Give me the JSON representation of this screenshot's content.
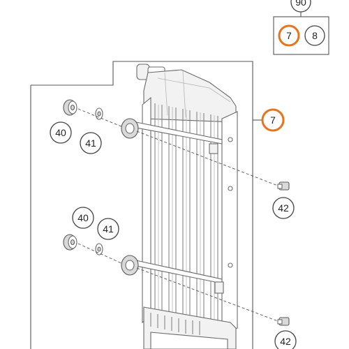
{
  "colors": {
    "highlight": "#e8731e",
    "line": "#555555"
  },
  "kit": {
    "parent_label": "90",
    "items": [
      "7",
      "8"
    ]
  },
  "callouts": {
    "radiator": "7",
    "grommet_upper": "40",
    "washer_upper": "41",
    "grommet_lower": "40",
    "washer_lower": "41",
    "screw_upper": "42",
    "screw_lower": "42"
  }
}
